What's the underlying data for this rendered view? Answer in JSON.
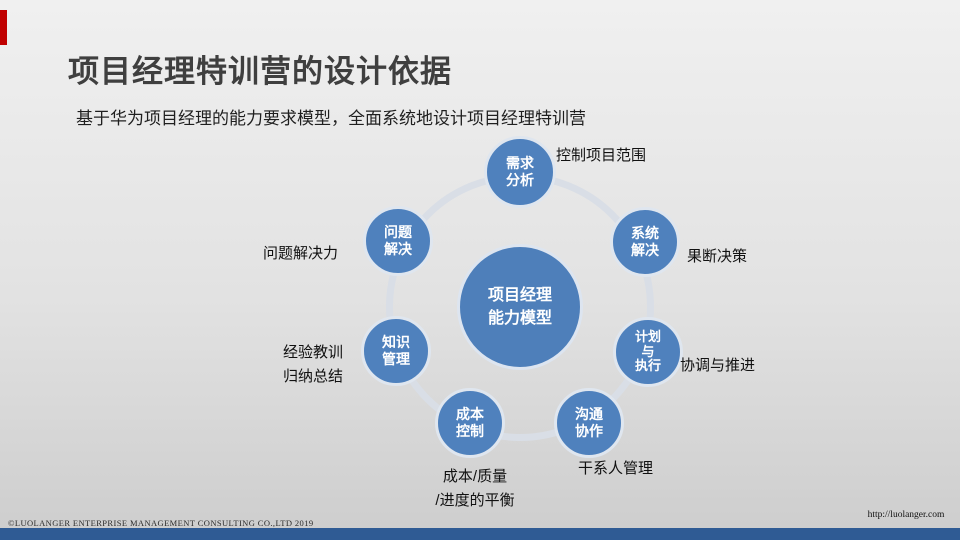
{
  "title": "项目经理特训营的设计依据",
  "subtitle": "基于华为项目经理的能力要求模型，全面系统地设计项目经理特训营",
  "colors": {
    "accent_red": "#c00000",
    "circle_blue": "#4f81bd",
    "ring_gray": "#d9dee6",
    "bottom_bar_blue": "#2f5b94"
  },
  "diagram": {
    "center_label": "项目经理\n能力模型",
    "satellites": [
      {
        "label": "需求\n分析",
        "annotation": "控制项目范围"
      },
      {
        "label": "系统\n解决",
        "annotation": "果断决策"
      },
      {
        "label": "计划\n与\n执行",
        "annotation": "协调与推进"
      },
      {
        "label": "沟通\n协作",
        "annotation": "干系人管理"
      },
      {
        "label": "成本\n控制",
        "annotation": "成本/质量\n/进度的平衡"
      },
      {
        "label": "知识\n管理",
        "annotation": "经验教训\n归纳总结"
      },
      {
        "label": "问题\n解决",
        "annotation": "问题解决力"
      }
    ]
  },
  "footer": {
    "copyright": "©LUOLANGER  ENTERPRISE MANAGEMENT CONSULTING CO.,LTD  2019",
    "url": "http://luolanger.com"
  }
}
